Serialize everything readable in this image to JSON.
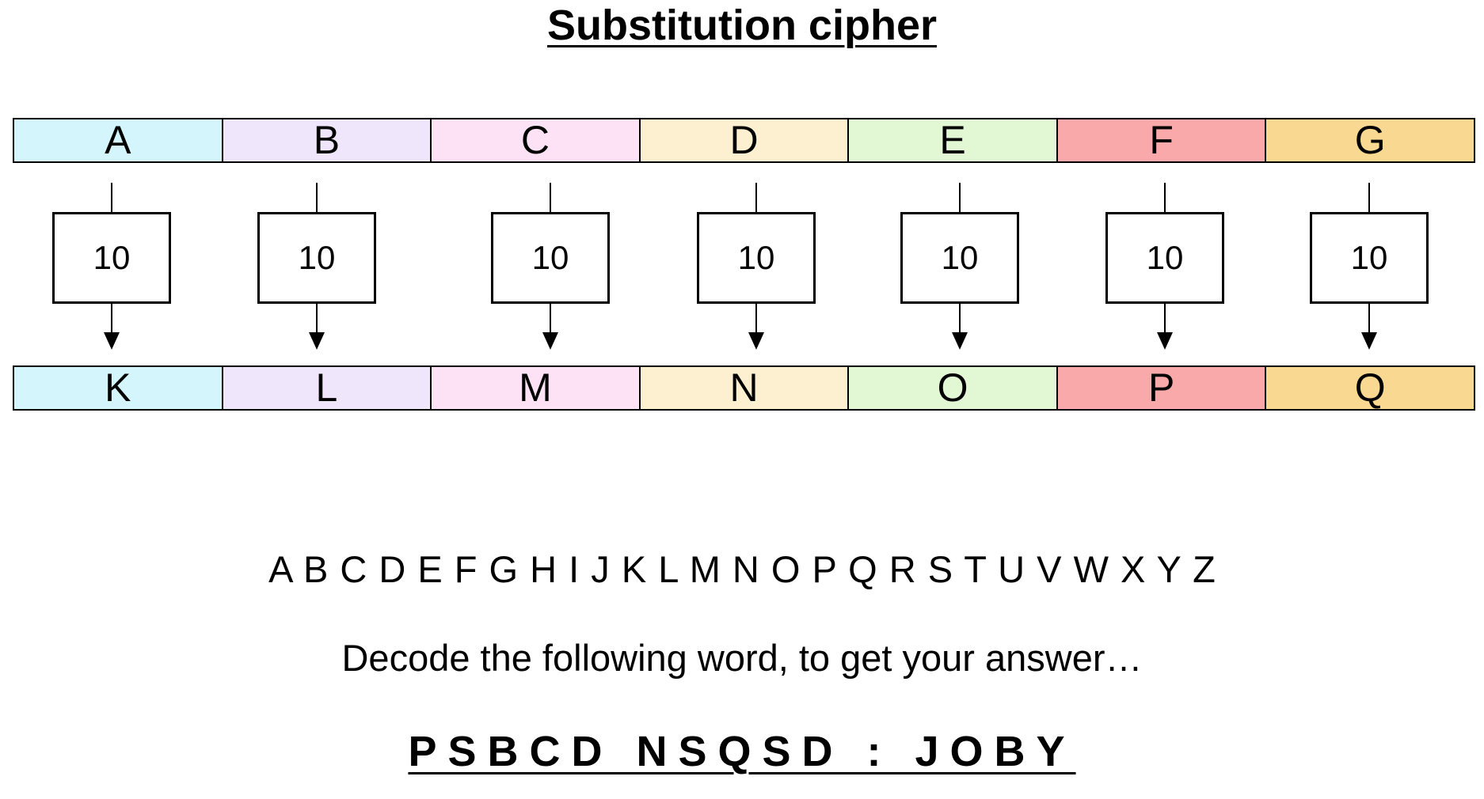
{
  "title": "Substitution cipher",
  "plain_letters": [
    "A",
    "B",
    "C",
    "D",
    "E",
    "F",
    "G"
  ],
  "shift_labels": [
    "10",
    "10",
    "10",
    "10",
    "10",
    "10",
    "10"
  ],
  "cipher_letters": [
    "K",
    "L",
    "M",
    "N",
    "O",
    "P",
    "Q"
  ],
  "column_colors": [
    "#d3f5fb",
    "#f0e6fb",
    "#fce2f4",
    "#fdf0d0",
    "#e2f7d3",
    "#f9a9a9",
    "#f9d891"
  ],
  "alphabet": "A B C D E F G H I J K L M N O P Q R S T U V W X Y Z",
  "instruction": "Decode the following word, to get your answer…",
  "encoded_word": "PSBCD NSQSD : JOBY"
}
